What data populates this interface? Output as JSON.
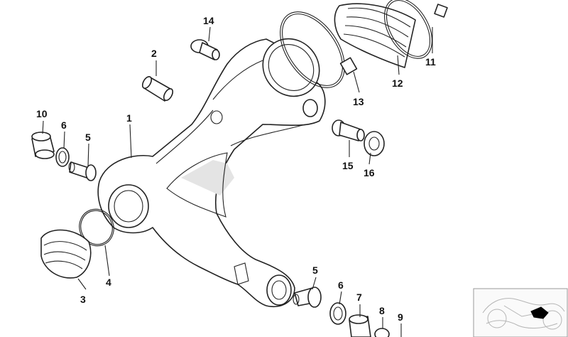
{
  "callouts": [
    {
      "id": "p1",
      "label": "1"
    },
    {
      "id": "p2",
      "label": "2"
    },
    {
      "id": "p3",
      "label": "3"
    },
    {
      "id": "p4",
      "label": "4"
    },
    {
      "id": "p5a",
      "label": "5"
    },
    {
      "id": "p5b",
      "label": "5"
    },
    {
      "id": "p6a",
      "label": "6"
    },
    {
      "id": "p6b",
      "label": "6"
    },
    {
      "id": "p7",
      "label": "7"
    },
    {
      "id": "p8",
      "label": "8"
    },
    {
      "id": "p9",
      "label": "9"
    },
    {
      "id": "p10",
      "label": "10"
    },
    {
      "id": "p11",
      "label": "11"
    },
    {
      "id": "p12",
      "label": "12"
    },
    {
      "id": "p13",
      "label": "13"
    },
    {
      "id": "p14",
      "label": "14"
    },
    {
      "id": "p15",
      "label": "15"
    },
    {
      "id": "p16",
      "label": "16"
    }
  ],
  "colors": {
    "line": "#222222",
    "highlight": "#000000"
  },
  "thumbnail": {
    "icon": "vehicle-location-thumbnail-icon"
  }
}
